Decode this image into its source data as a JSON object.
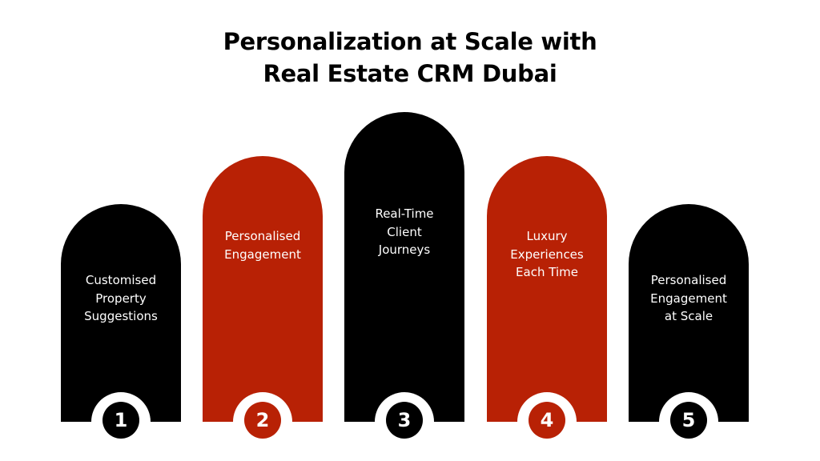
{
  "title_line1": "Personalization at Scale with",
  "title_line2": "Real Estate CRM Dubai",
  "colors": {
    "dark": "#000000",
    "accent": "#b82105"
  },
  "steps": [
    {
      "number": "1",
      "label": "Customised Property Suggestions"
    },
    {
      "number": "2",
      "label": "Personalised Engagement"
    },
    {
      "number": "3",
      "label": "Real-Time Client Journeys"
    },
    {
      "number": "4",
      "label": "Luxury Experiences Each Time"
    },
    {
      "number": "5",
      "label": "Personalised Engagement at Scale"
    }
  ]
}
